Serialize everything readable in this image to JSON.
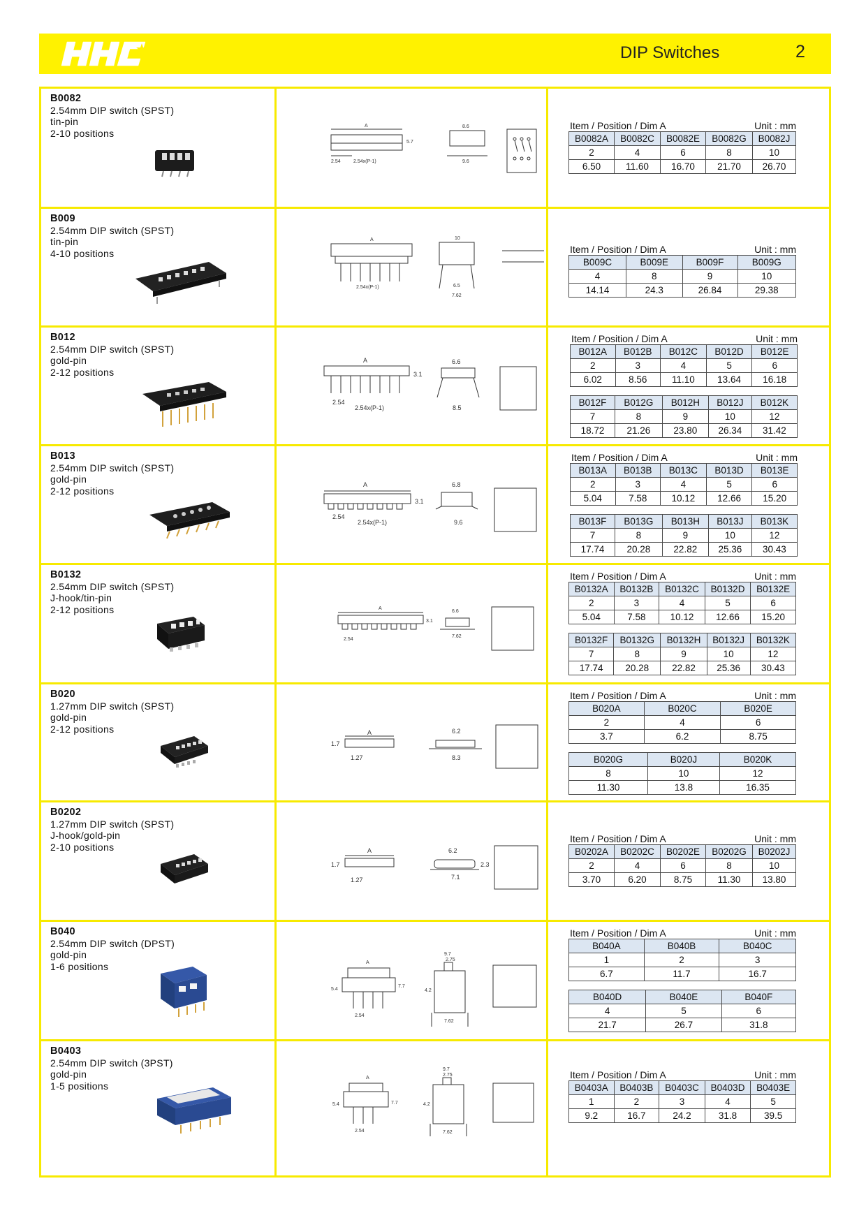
{
  "header": {
    "brand": "HHC",
    "title": "DIP Switches",
    "page": "2",
    "accent": "#fff200"
  },
  "caption": {
    "left": "Item / Position / Dim A",
    "right": "Unit : mm"
  },
  "products": [
    {
      "code": "B0082",
      "lines": [
        "2.54mm DIP switch (SPST)",
        "tin-pin",
        "2-10 positions"
      ],
      "drawing_labels": [
        "A",
        "8.6",
        "5.7",
        "2.54",
        "2.54x(P-1)",
        "9.6"
      ],
      "tables": [
        {
          "items": [
            "B0082A",
            "B0082C",
            "B0082E",
            "B0082G",
            "B0082J"
          ],
          "positions": [
            "2",
            "4",
            "6",
            "8",
            "10"
          ],
          "dims": [
            "6.50",
            "11.60",
            "16.70",
            "21.70",
            "26.70"
          ]
        }
      ]
    },
    {
      "code": "B009",
      "lines": [
        "2.54mm DIP switch (SPST)",
        "tin-pin",
        "4-10 positions"
      ],
      "drawing_labels": [
        "A",
        "10",
        "2.54x(P-1)",
        "6.5",
        "7.62"
      ],
      "tables": [
        {
          "items": [
            "B009C",
            "B009E",
            "B009F",
            "B009G"
          ],
          "positions": [
            "4",
            "8",
            "9",
            "10"
          ],
          "dims": [
            "14.14",
            "24.3",
            "26.84",
            "29.38"
          ]
        }
      ]
    },
    {
      "code": "B012",
      "lines": [
        "2.54mm DIP switch (SPST)",
        "gold-pin",
        "2-12 positions"
      ],
      "drawing_labels": [
        "A",
        "6.6",
        "3.1",
        "2.54",
        "2.54x(P-1)",
        "8.5"
      ],
      "tables": [
        {
          "items": [
            "B012A",
            "B012B",
            "B012C",
            "B012D",
            "B012E"
          ],
          "positions": [
            "2",
            "3",
            "4",
            "5",
            "6"
          ],
          "dims": [
            "6.02",
            "8.56",
            "11.10",
            "13.64",
            "16.18"
          ]
        },
        {
          "items": [
            "B012F",
            "B012G",
            "B012H",
            "B012J",
            "B012K"
          ],
          "positions": [
            "7",
            "8",
            "9",
            "10",
            "12"
          ],
          "dims": [
            "18.72",
            "21.26",
            "23.80",
            "26.34",
            "31.42"
          ]
        }
      ]
    },
    {
      "code": "B013",
      "lines": [
        "2.54mm DIP switch (SPST)",
        "gold-pin",
        "2-12 positions"
      ],
      "drawing_labels": [
        "A",
        "6.8",
        "3.1",
        "2.54",
        "2.54x(P-1)",
        "9.6"
      ],
      "tables": [
        {
          "items": [
            "B013A",
            "B013B",
            "B013C",
            "B013D",
            "B013E"
          ],
          "positions": [
            "2",
            "3",
            "4",
            "5",
            "6"
          ],
          "dims": [
            "5.04",
            "7.58",
            "10.12",
            "12.66",
            "15.20"
          ]
        },
        {
          "items": [
            "B013F",
            "B013G",
            "B013H",
            "B013J",
            "B013K"
          ],
          "positions": [
            "7",
            "8",
            "9",
            "10",
            "12"
          ],
          "dims": [
            "17.74",
            "20.28",
            "22.82",
            "25.36",
            "30.43"
          ]
        }
      ]
    },
    {
      "code": "B0132",
      "lines": [
        "2.54mm DIP switch (SPST)",
        "J-hook/tin-pin",
        "2-12 positions"
      ],
      "drawing_labels": [
        "A",
        "6.6",
        "3.1",
        "2.54",
        "7.62"
      ],
      "tables": [
        {
          "items": [
            "B0132A",
            "B0132B",
            "B0132C",
            "B0132D",
            "B0132E"
          ],
          "positions": [
            "2",
            "3",
            "4",
            "5",
            "6"
          ],
          "dims": [
            "5.04",
            "7.58",
            "10.12",
            "12.66",
            "15.20"
          ]
        },
        {
          "items": [
            "B0132F",
            "B0132G",
            "B0132H",
            "B0132J",
            "B0132K"
          ],
          "positions": [
            "7",
            "8",
            "9",
            "10",
            "12"
          ],
          "dims": [
            "17.74",
            "20.28",
            "22.82",
            "25.36",
            "30.43"
          ]
        }
      ]
    },
    {
      "code": "B020",
      "lines": [
        "1.27mm DIP switch (SPST)",
        "gold-pin",
        "2-12 positions"
      ],
      "drawing_labels": [
        "A",
        "6.2",
        "1.7",
        "1.27",
        "8.3"
      ],
      "tables": [
        {
          "items": [
            "B020A",
            "B020C",
            "B020E"
          ],
          "positions": [
            "2",
            "4",
            "6"
          ],
          "dims": [
            "3.7",
            "6.2",
            "8.75"
          ]
        },
        {
          "items": [
            "B020G",
            "B020J",
            "B020K"
          ],
          "positions": [
            "8",
            "10",
            "12"
          ],
          "dims": [
            "11.30",
            "13.8",
            "16.35"
          ]
        }
      ]
    },
    {
      "code": "B0202",
      "lines": [
        "1.27mm DIP switch (SPST)",
        "J-hook/gold-pin",
        "2-10 positions"
      ],
      "drawing_labels": [
        "A",
        "6.2",
        "1.7",
        "1.27",
        "7.1",
        "2.3"
      ],
      "tables": [
        {
          "items": [
            "B0202A",
            "B0202C",
            "B0202E",
            "B0202G",
            "B0202J"
          ],
          "positions": [
            "2",
            "4",
            "6",
            "8",
            "10"
          ],
          "dims": [
            "3.70",
            "6.20",
            "8.75",
            "11.30",
            "13.80"
          ]
        }
      ]
    },
    {
      "code": "B040",
      "lines": [
        "2.54mm DIP switch (DPST)",
        "gold-pin",
        "1-6 positions"
      ],
      "drawing_labels": [
        "A",
        "9.7",
        "2.75",
        "5.4",
        "7.7",
        "4.2",
        "2.54",
        "7.62"
      ],
      "tables": [
        {
          "items": [
            "B040A",
            "B040B",
            "B040C"
          ],
          "positions": [
            "1",
            "2",
            "3"
          ],
          "dims": [
            "6.7",
            "11.7",
            "16.7"
          ]
        },
        {
          "items": [
            "B040D",
            "B040E",
            "B040F"
          ],
          "positions": [
            "4",
            "5",
            "6"
          ],
          "dims": [
            "21.7",
            "26.7",
            "31.8"
          ]
        }
      ]
    },
    {
      "code": "B0403",
      "lines": [
        "2.54mm DIP switch (3PST)",
        "gold-pin",
        "1-5 positions"
      ],
      "drawing_labels": [
        "A",
        "9.7",
        "2.75",
        "5.4",
        "7.7",
        "4.2",
        "2.54",
        "7.62"
      ],
      "tables": [
        {
          "items": [
            "B0403A",
            "B0403B",
            "B0403C",
            "B0403D",
            "B0403E"
          ],
          "positions": [
            "1",
            "2",
            "3",
            "4",
            "5"
          ],
          "dims": [
            "9.2",
            "16.7",
            "24.2",
            "31.8",
            "39.5"
          ]
        }
      ]
    }
  ]
}
